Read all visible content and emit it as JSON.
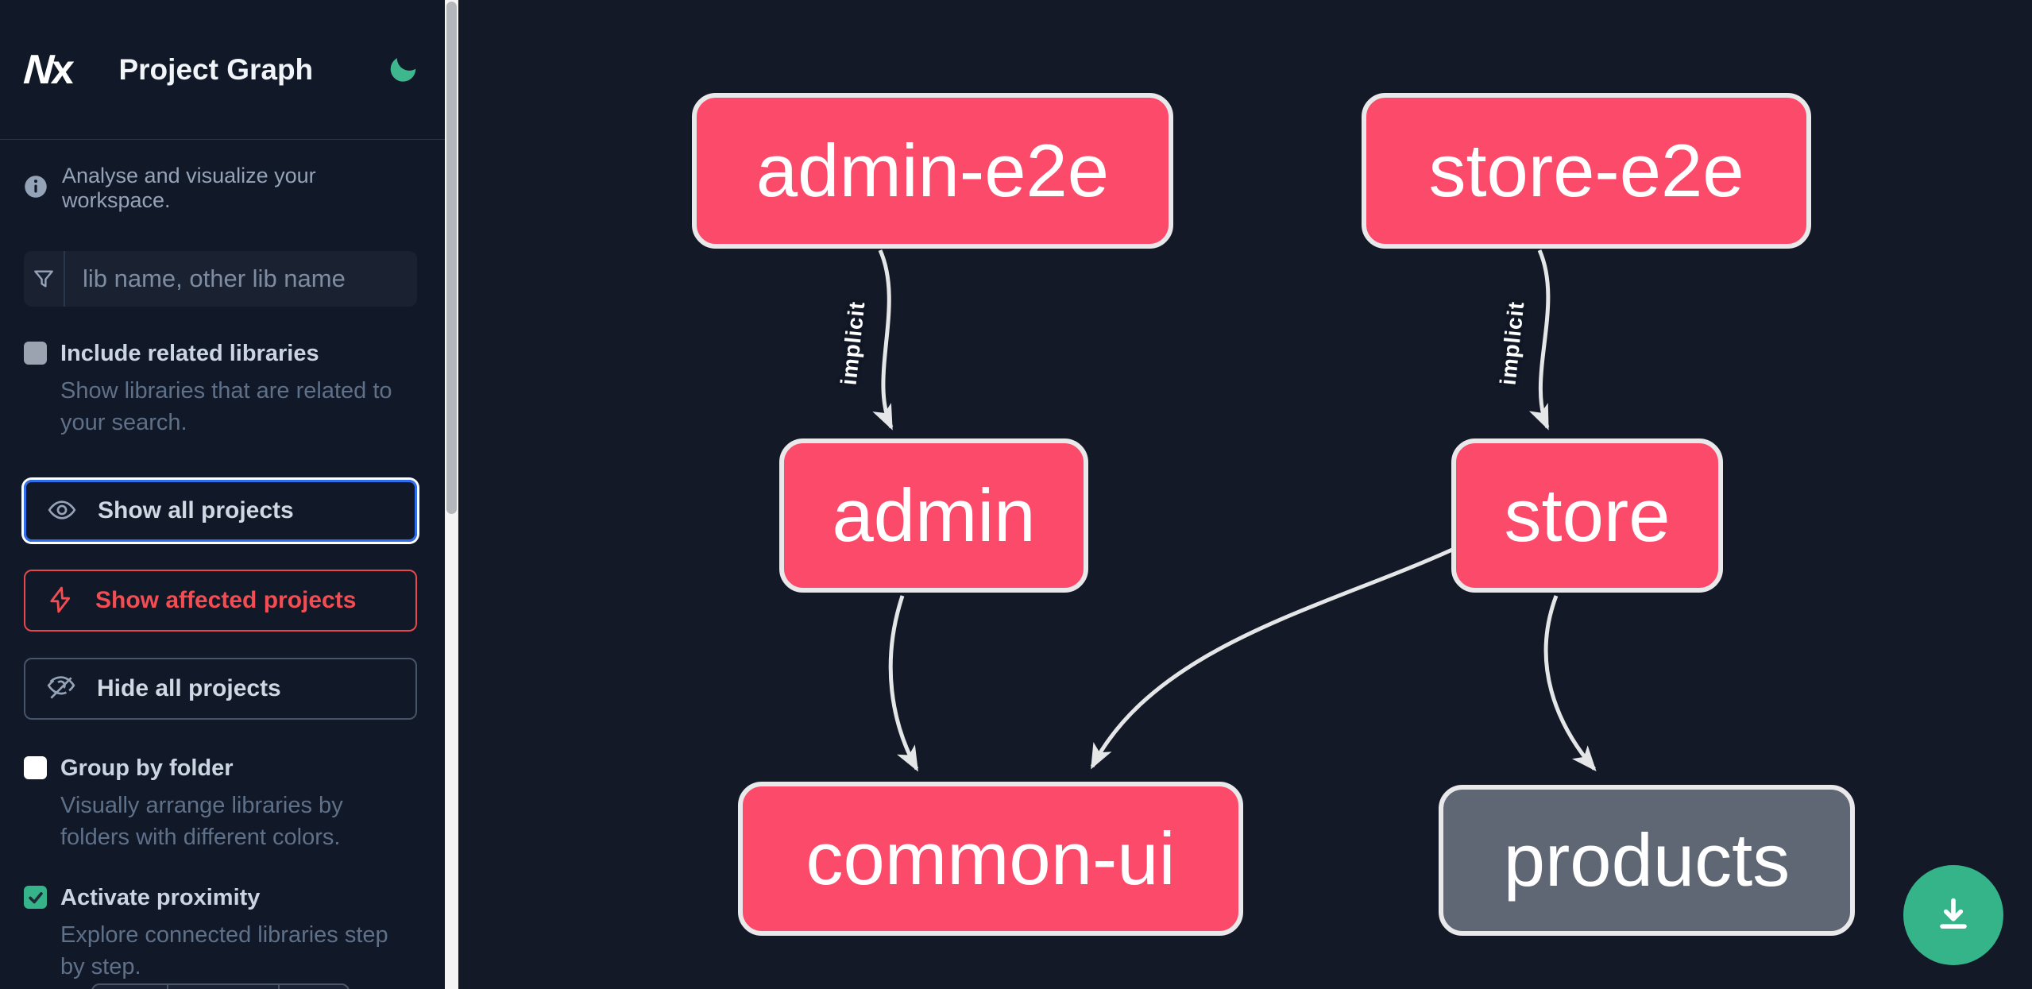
{
  "header": {
    "app_name": "Nx",
    "title": "Project Graph",
    "theme_toggle_icon": "moon-icon"
  },
  "sidebar": {
    "info": {
      "icon": "info-icon",
      "text": "Analyse and visualize your workspace."
    },
    "filter": {
      "icon": "funnel-icon",
      "placeholder": "lib name, other lib name",
      "value": ""
    },
    "checkboxes": [
      {
        "label": "Include related libraries",
        "description": "Show libraries that are related to your search.",
        "checked": false
      },
      {
        "label": "Group by folder",
        "description": "Visually arrange libraries by folders with different colors.",
        "checked": false
      },
      {
        "label": "Activate proximity",
        "description": "Explore connected libraries step by step.",
        "checked": true
      }
    ],
    "actions": [
      {
        "label": "Show all projects",
        "icon": "eye-icon",
        "state": "focused"
      },
      {
        "label": "Show affected projects",
        "icon": "bolt-icon",
        "state": "affected"
      },
      {
        "label": "Hide all projects",
        "icon": "eye-off-icon",
        "state": "default"
      }
    ]
  },
  "graph": {
    "nodes": [
      {
        "id": "admin-e2e",
        "label": "admin-e2e",
        "type": "affected"
      },
      {
        "id": "store-e2e",
        "label": "store-e2e",
        "type": "affected"
      },
      {
        "id": "admin",
        "label": "admin",
        "type": "affected"
      },
      {
        "id": "store",
        "label": "store",
        "type": "affected"
      },
      {
        "id": "common-ui",
        "label": "common-ui",
        "type": "affected"
      },
      {
        "id": "products",
        "label": "products",
        "type": "unaffected"
      }
    ],
    "edges": [
      {
        "from": "admin-e2e",
        "to": "admin",
        "label": "implicit"
      },
      {
        "from": "store-e2e",
        "to": "store",
        "label": "implicit"
      },
      {
        "from": "admin",
        "to": "common-ui",
        "label": ""
      },
      {
        "from": "store",
        "to": "common-ui",
        "label": ""
      },
      {
        "from": "store",
        "to": "products",
        "label": ""
      }
    ]
  },
  "fab": {
    "icon": "download-icon"
  },
  "colors": {
    "background": "#131927",
    "affected_node": "#fb4a6a",
    "unaffected_node": "#5f6775",
    "node_border": "#e9e9ec",
    "edge": "#e5e6e8",
    "accent_green": "#35b389",
    "focus_blue": "#2f6feb",
    "affected_red": "#e5484d"
  }
}
